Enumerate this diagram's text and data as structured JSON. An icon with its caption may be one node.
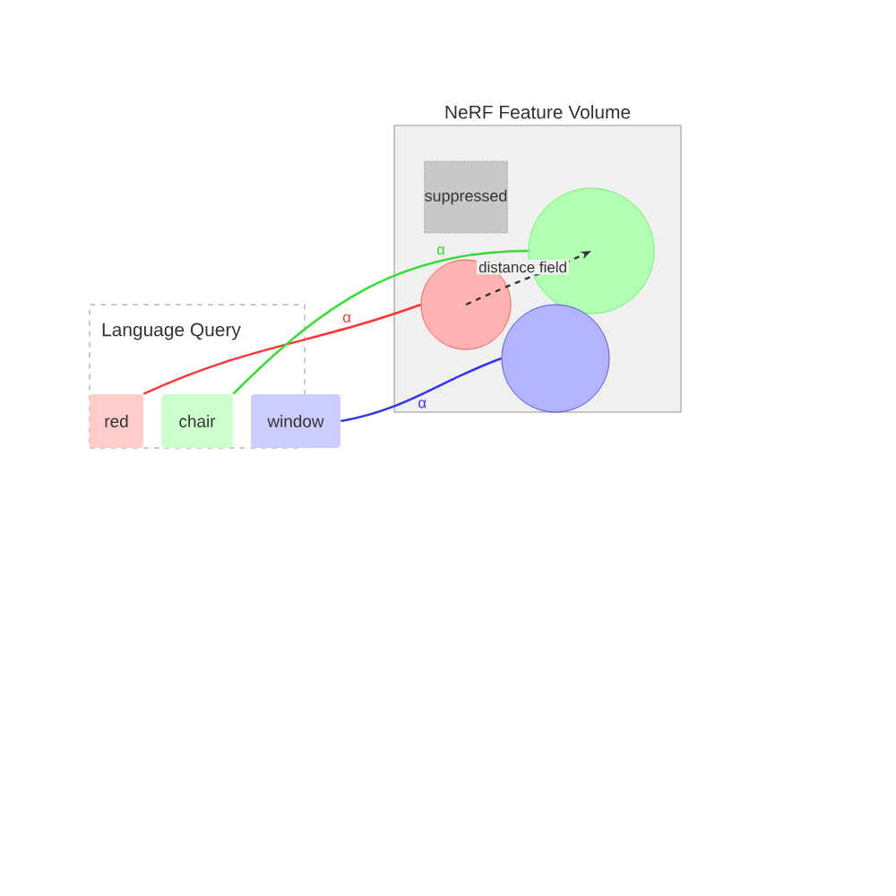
{
  "diagram": {
    "nodes": [
      {
        "text": [
          "NeRF Feature Volume"
        ]
      },
      {
        "text": [
          "suppressed"
        ],
        "in": 0
      },
      {
        "text": [],
        "shape": "circle",
        "in": 0
      },
      {
        "text": [],
        "shape": "circle",
        "in": 0
      },
      {
        "text": [],
        "shape": "circle",
        "in": 0
      },
      {
        "text": [
          "Language Query"
        ]
      },
      {
        "text": [
          "red"
        ],
        "in": 5
      },
      {
        "text": [
          "chair"
        ],
        "in": 5
      },
      {
        "text": [
          "window"
        ]
      }
    ],
    "edges": [
      {
        "from": 6,
        "to": 3,
        "arrow": "none",
        "label": "α",
        "color": "#ff3333"
      },
      {
        "from": 7,
        "to": 2,
        "arrow": "none",
        "label": "α",
        "color": "#33dd33"
      },
      {
        "from": 8,
        "to": 4,
        "arrow": "none",
        "label": "α",
        "color": "#3333ee"
      },
      {
        "from": 3,
        "to": 2,
        "arrow": "to",
        "label": "distance field",
        "style": "dashed",
        "color": "#333333"
      }
    ]
  }
}
